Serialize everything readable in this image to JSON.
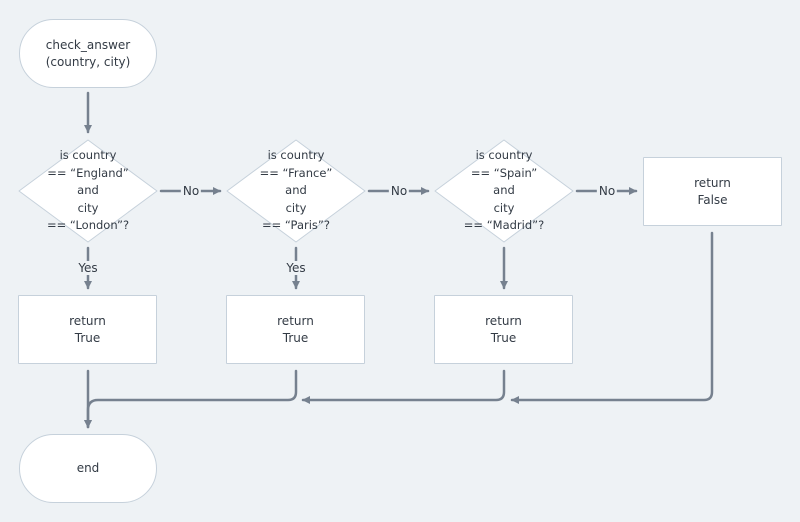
{
  "nodes": {
    "start": {
      "lines": [
        "check_answer",
        "(country, city)"
      ]
    },
    "decision1": {
      "lines": [
        "is country",
        "== “England”",
        "and",
        "city",
        "== “London”?"
      ]
    },
    "decision2": {
      "lines": [
        "is country",
        "== “France”",
        "and",
        "city",
        "== “Paris”?"
      ]
    },
    "decision3": {
      "lines": [
        "is country",
        "== “Spain”",
        "and",
        "city",
        "== “Madrid”?"
      ]
    },
    "false_box": {
      "lines": [
        "return",
        "False"
      ]
    },
    "true1": {
      "lines": [
        "return",
        "True"
      ]
    },
    "true2": {
      "lines": [
        "return",
        "True"
      ]
    },
    "true3": {
      "lines": [
        "return",
        "True"
      ]
    },
    "end": {
      "lines": [
        "end"
      ]
    }
  },
  "edge_labels": {
    "d1_no": "No",
    "d2_no": "No",
    "d3_no": "No",
    "d1_yes": "Yes",
    "d2_yes": "Yes"
  },
  "colors": {
    "background": "#eef2f5",
    "node_fill": "#ffffff",
    "node_border": "#c6d1db",
    "connector": "#76818f",
    "text": "#333b45"
  }
}
